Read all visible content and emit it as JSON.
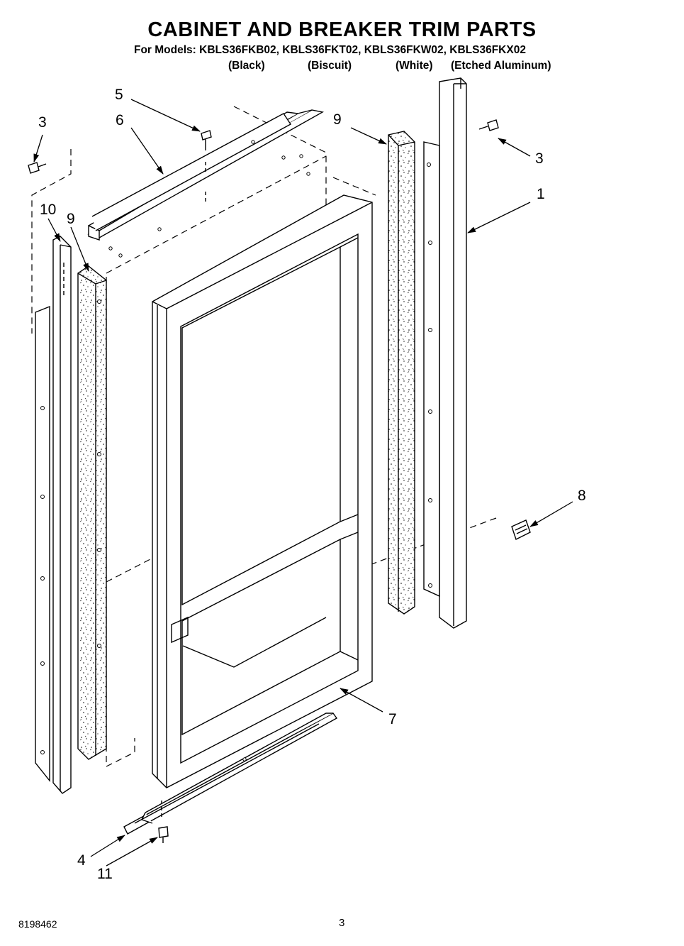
{
  "header": {
    "title": "CABINET AND BREAKER TRIM PARTS",
    "models_line": "For Models: KBLS36FKB02, KBLS36FKT02, KBLS36FKW02, KBLS36FKX02",
    "finishes": [
      "(Black)",
      "(Biscuit)",
      "(White)",
      "(Etched Aluminum)"
    ]
  },
  "callouts": [
    "5",
    "6",
    "3",
    "9",
    "3",
    "1",
    "10",
    "9",
    "8",
    "7",
    "4",
    "11"
  ],
  "footer": {
    "doc_number": "8198462",
    "page_number": "3"
  }
}
